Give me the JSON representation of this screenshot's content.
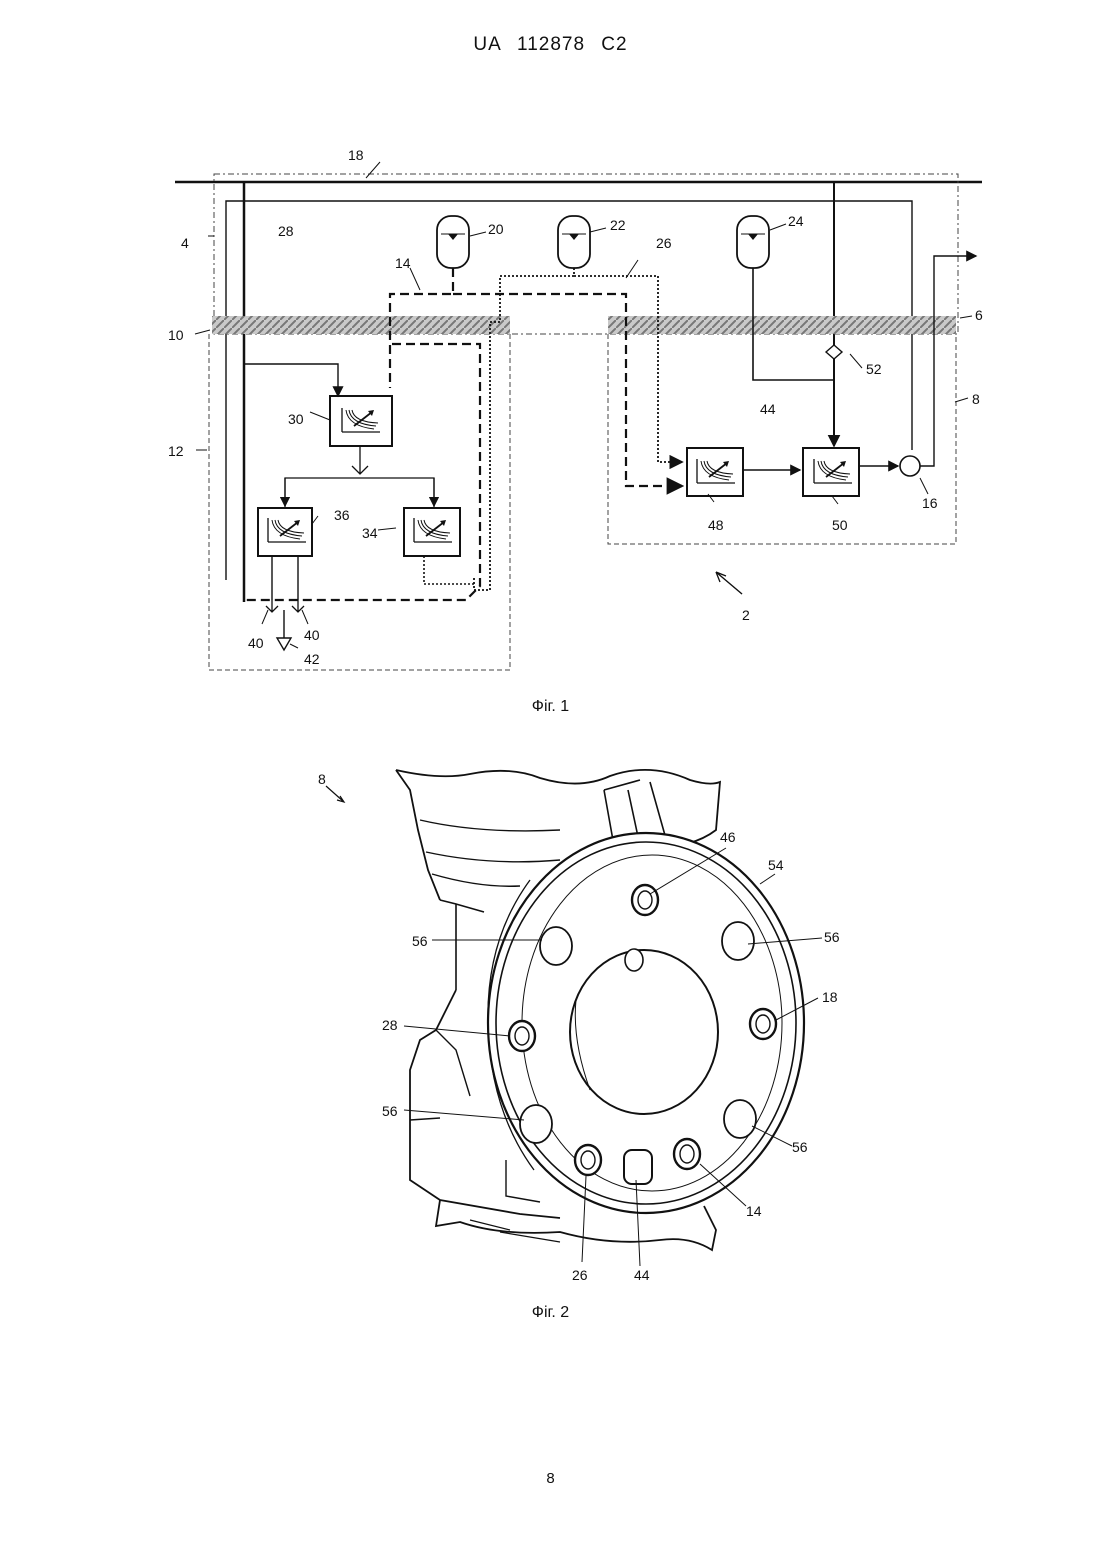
{
  "header": {
    "text": "UA   112878   C2"
  },
  "fig1": {
    "caption": "Фіг. 1",
    "labels": {
      "l18": "18",
      "l28": "28",
      "l4": "4",
      "l20": "20",
      "l22": "22",
      "l24": "24",
      "l26": "26",
      "l14": "14",
      "l10": "10",
      "l6": "6",
      "l52": "52",
      "l44": "44",
      "l8": "8",
      "l12": "12",
      "l30": "30",
      "l36": "36",
      "l34": "34",
      "l48": "48",
      "l50": "50",
      "l16": "16",
      "l40a": "40",
      "l40b": "40",
      "l42": "42",
      "l2": "2"
    }
  },
  "fig2": {
    "caption": "Фіг. 2",
    "labels": {
      "l8": "8",
      "l46": "46",
      "l54": "54",
      "l56a": "56",
      "l56b": "56",
      "l28": "28",
      "l18": "18",
      "l56c": "56",
      "l56d": "56",
      "l26": "26",
      "l44": "44",
      "l14": "14"
    }
  },
  "footer": {
    "page_number": "8"
  }
}
